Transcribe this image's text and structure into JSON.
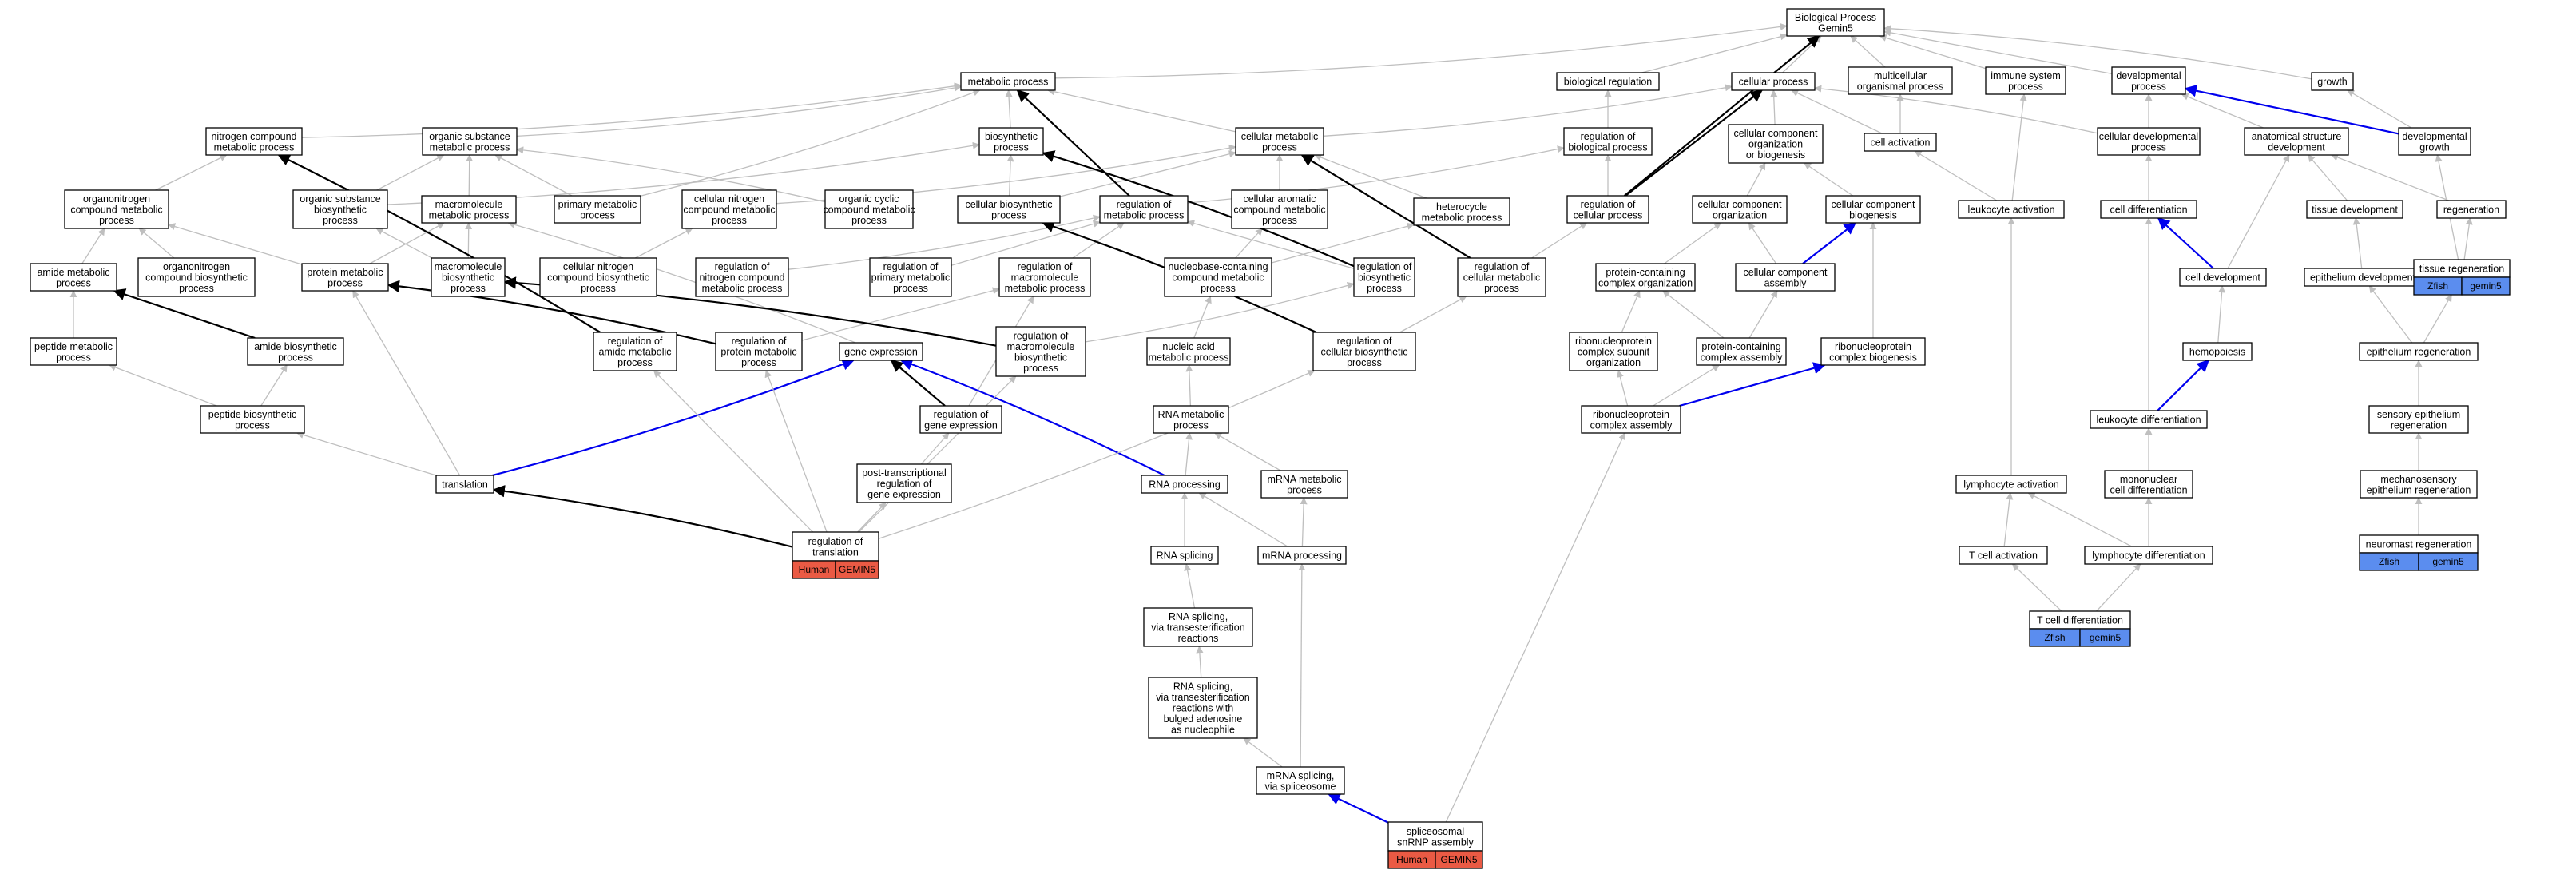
{
  "colors": {
    "node_border": "#000000",
    "edge_gray": "#bfbfbf",
    "edge_black": "#000000",
    "edge_blue": "#0000ee",
    "tag_human": "#ea5a44",
    "tag_zfish": "#5b8def"
  },
  "nodes": {
    "bp": {
      "lines": [
        "Biological Process",
        "Gemin5"
      ]
    },
    "metabolic": {
      "lines": [
        "metabolic process"
      ]
    },
    "bioreg": {
      "lines": [
        "biological regulation"
      ]
    },
    "cellproc": {
      "lines": [
        "cellular process"
      ]
    },
    "multicell": {
      "lines": [
        "multicellular",
        "organismal process"
      ]
    },
    "immune": {
      "lines": [
        "immune system",
        "process"
      ]
    },
    "devproc": {
      "lines": [
        "developmental",
        "process"
      ]
    },
    "growth": {
      "lines": [
        "growth"
      ]
    },
    "ncm": {
      "lines": [
        "nitrogen compound",
        "metabolic process"
      ]
    },
    "osm": {
      "lines": [
        "organic substance",
        "metabolic process"
      ]
    },
    "bios": {
      "lines": [
        "biosynthetic",
        "process"
      ]
    },
    "cmp": {
      "lines": [
        "cellular metabolic",
        "process"
      ]
    },
    "regbio": {
      "lines": [
        "regulation of",
        "biological process"
      ]
    },
    "ccob": {
      "lines": [
        "cellular component",
        "organization",
        "or biogenesis"
      ]
    },
    "cellact": {
      "lines": [
        "cell activation"
      ]
    },
    "celldevproc": {
      "lines": [
        "cellular developmental",
        "process"
      ]
    },
    "anatdev": {
      "lines": [
        "anatomical structure",
        "development"
      ]
    },
    "devgrowth": {
      "lines": [
        "developmental",
        "growth"
      ]
    },
    "oncm": {
      "lines": [
        "organonitrogen",
        "compound metabolic",
        "process"
      ]
    },
    "osbio": {
      "lines": [
        "organic substance",
        "biosynthetic",
        "process"
      ]
    },
    "mmp": {
      "lines": [
        "macromolecule",
        "metabolic process"
      ]
    },
    "pmp": {
      "lines": [
        "primary metabolic",
        "process"
      ]
    },
    "cncm": {
      "lines": [
        "cellular nitrogen",
        "compound metabolic",
        "process"
      ]
    },
    "occm": {
      "lines": [
        "organic cyclic",
        "compound metabolic",
        "process"
      ]
    },
    "cellbio": {
      "lines": [
        "cellular biosynthetic",
        "process"
      ]
    },
    "regmeta": {
      "lines": [
        "regulation of",
        "metabolic process"
      ]
    },
    "cacm": {
      "lines": [
        "cellular aromatic",
        "compound metabolic",
        "process"
      ]
    },
    "hmp": {
      "lines": [
        "heterocycle",
        "metabolic process"
      ]
    },
    "regcell": {
      "lines": [
        "regulation of",
        "cellular process"
      ]
    },
    "cco": {
      "lines": [
        "cellular component",
        "organization"
      ]
    },
    "ccb": {
      "lines": [
        "cellular component",
        "biogenesis"
      ]
    },
    "leukact": {
      "lines": [
        "leukocyte activation"
      ]
    },
    "celldiff": {
      "lines": [
        "cell differentiation"
      ]
    },
    "tissuedev": {
      "lines": [
        "tissue development"
      ]
    },
    "regen": {
      "lines": [
        "regeneration"
      ]
    },
    "amp": {
      "lines": [
        "amide metabolic",
        "process"
      ]
    },
    "oncb": {
      "lines": [
        "organonitrogen",
        "compound biosynthetic",
        "process"
      ]
    },
    "protmp": {
      "lines": [
        "protein metabolic",
        "process"
      ]
    },
    "mbp": {
      "lines": [
        "macromolecule",
        "biosynthetic",
        "process"
      ]
    },
    "cncb": {
      "lines": [
        "cellular nitrogen",
        "compound biosynthetic",
        "process"
      ]
    },
    "regncm": {
      "lines": [
        "regulation of",
        "nitrogen compound",
        "metabolic process"
      ]
    },
    "regpmp": {
      "lines": [
        "regulation of",
        "primary metabolic",
        "process"
      ]
    },
    "regmmp": {
      "lines": [
        "regulation of",
        "macromolecule",
        "metabolic process"
      ]
    },
    "nbccm": {
      "lines": [
        "nucleobase-containing",
        "compound metabolic",
        "process"
      ]
    },
    "regbiosyn": {
      "lines": [
        "regulation of",
        "biosynthetic",
        "process"
      ]
    },
    "regcmp": {
      "lines": [
        "regulation of",
        "cellular metabolic",
        "process"
      ]
    },
    "pco": {
      "lines": [
        "protein-containing",
        "complex organization"
      ]
    },
    "cca": {
      "lines": [
        "cellular component",
        "assembly"
      ]
    },
    "celldev": {
      "lines": [
        "cell development"
      ]
    },
    "epidev": {
      "lines": [
        "epithelium development"
      ]
    },
    "tissregen": {
      "lines": [
        "tissue regeneration"
      ]
    },
    "pepmp": {
      "lines": [
        "peptide metabolic",
        "process"
      ]
    },
    "amidebio": {
      "lines": [
        "amide biosynthetic",
        "process"
      ]
    },
    "regamp": {
      "lines": [
        "regulation of",
        "amide metabolic",
        "process"
      ]
    },
    "regprotmp": {
      "lines": [
        "regulation of",
        "protein metabolic",
        "process"
      ]
    },
    "geneexp": {
      "lines": [
        "gene expression"
      ]
    },
    "regmbp": {
      "lines": [
        "regulation of",
        "macromolecule",
        "biosynthetic",
        "process"
      ]
    },
    "nucacid": {
      "lines": [
        "nucleic acid",
        "metabolic process"
      ]
    },
    "regcbp": {
      "lines": [
        "regulation of",
        "cellular biosynthetic",
        "process"
      ]
    },
    "rnpcso": {
      "lines": [
        "ribonucleoprotein",
        "complex subunit",
        "organization"
      ]
    },
    "pca": {
      "lines": [
        "protein-containing",
        "complex assembly"
      ]
    },
    "rnpcb": {
      "lines": [
        "ribonucleoprotein",
        "complex biogenesis"
      ]
    },
    "hemo": {
      "lines": [
        "hemopoiesis"
      ]
    },
    "epiregen": {
      "lines": [
        "epithelium regeneration"
      ]
    },
    "pepbio": {
      "lines": [
        "peptide biosynthetic",
        "process"
      ]
    },
    "reggene": {
      "lines": [
        "regulation of",
        "gene expression"
      ]
    },
    "rnameta": {
      "lines": [
        "RNA metabolic",
        "process"
      ]
    },
    "rnpca": {
      "lines": [
        "ribonucleoprotein",
        "complex assembly"
      ]
    },
    "leukdiff": {
      "lines": [
        "leukocyte differentiation"
      ]
    },
    "sensepi": {
      "lines": [
        "sensory epithelium",
        "regeneration"
      ]
    },
    "translation": {
      "lines": [
        "translation"
      ]
    },
    "ptreg": {
      "lines": [
        "post-transcriptional",
        "regulation of",
        "gene expression"
      ]
    },
    "rnaproc": {
      "lines": [
        "RNA processing"
      ]
    },
    "mrnameta": {
      "lines": [
        "mRNA metabolic",
        "process"
      ]
    },
    "lymphact": {
      "lines": [
        "lymphocyte activation"
      ]
    },
    "mononuc": {
      "lines": [
        "mononuclear",
        "cell differentiation"
      ]
    },
    "mechano": {
      "lines": [
        "mechanosensory",
        "epithelium regeneration"
      ]
    },
    "regtrans": {
      "lines": [
        "regulation of",
        "translation"
      ]
    },
    "rnasplice": {
      "lines": [
        "RNA splicing"
      ]
    },
    "mrnaproc": {
      "lines": [
        "mRNA processing"
      ]
    },
    "tcellact": {
      "lines": [
        "T cell activation"
      ]
    },
    "lymphdiff": {
      "lines": [
        "lymphocyte differentiation"
      ]
    },
    "neuromast": {
      "lines": [
        "neuromast regeneration"
      ]
    },
    "rnasplicetrans": {
      "lines": [
        "RNA splicing,",
        "via transesterification",
        "reactions"
      ]
    },
    "tcelldiff": {
      "lines": [
        "T cell differentiation"
      ]
    },
    "rnasplicebulged": {
      "lines": [
        "RNA splicing,",
        "via transesterification",
        "reactions with",
        "bulged adenosine",
        "as nucleophile"
      ]
    },
    "mrnasplice": {
      "lines": [
        "mRNA splicing,",
        "via spliceosome"
      ]
    },
    "snrnp": {
      "lines": [
        "spliceosomal",
        "snRNP assembly"
      ]
    }
  },
  "tags": {
    "regtrans": [
      "Human",
      "GEMIN5"
    ],
    "snrnp": [
      "Human",
      "GEMIN5"
    ],
    "tissregen": [
      "Zfish",
      "gemin5"
    ],
    "neuromast": [
      "Zfish",
      "gemin5"
    ],
    "tcelldiff": [
      "Zfish",
      "gemin5"
    ]
  },
  "edges": [
    [
      "metabolic",
      "bp",
      "gray"
    ],
    [
      "bioreg",
      "bp",
      "gray"
    ],
    [
      "cellproc",
      "bp",
      "gray"
    ],
    [
      "multicell",
      "bp",
      "gray"
    ],
    [
      "immune",
      "bp",
      "gray"
    ],
    [
      "devproc",
      "bp",
      "gray"
    ],
    [
      "growth",
      "bp",
      "gray"
    ],
    [
      "ncm",
      "metabolic",
      "gray"
    ],
    [
      "osm",
      "metabolic",
      "gray"
    ],
    [
      "bios",
      "metabolic",
      "gray"
    ],
    [
      "cmp",
      "metabolic",
      "gray"
    ],
    [
      "regbio",
      "bioreg",
      "gray"
    ],
    [
      "cmp",
      "cellproc",
      "gray"
    ],
    [
      "ccob",
      "cellproc",
      "gray"
    ],
    [
      "cellact",
      "cellproc",
      "gray"
    ],
    [
      "celldevproc",
      "cellproc",
      "gray"
    ],
    [
      "cellact",
      "multicell",
      "gray"
    ],
    [
      "celldevproc",
      "devproc",
      "gray"
    ],
    [
      "anatdev",
      "devproc",
      "gray"
    ],
    [
      "devgrowth",
      "devproc",
      "blue"
    ],
    [
      "devgrowth",
      "growth",
      "gray"
    ],
    [
      "regcell",
      "bp",
      "black"
    ],
    [
      "regcell",
      "cellproc",
      "black"
    ],
    [
      "oncm",
      "ncm",
      "gray"
    ],
    [
      "osbio",
      "osm",
      "gray"
    ],
    [
      "osbio",
      "bios",
      "gray"
    ],
    [
      "mmp",
      "osm",
      "gray"
    ],
    [
      "pmp",
      "osm",
      "gray"
    ],
    [
      "pmp",
      "metabolic",
      "gray"
    ],
    [
      "cncm",
      "cmp",
      "gray"
    ],
    [
      "occm",
      "osm",
      "gray"
    ],
    [
      "cellbio",
      "bios",
      "gray"
    ],
    [
      "cellbio",
      "cmp",
      "gray"
    ],
    [
      "regmeta",
      "metabolic",
      "black"
    ],
    [
      "regmeta",
      "regbio",
      "gray"
    ],
    [
      "cacm",
      "cmp",
      "gray"
    ],
    [
      "hmp",
      "cmp",
      "gray"
    ],
    [
      "regcell",
      "regbio",
      "gray"
    ],
    [
      "cco",
      "ccob",
      "gray"
    ],
    [
      "ccb",
      "ccob",
      "gray"
    ],
    [
      "leukact",
      "cellact",
      "gray"
    ],
    [
      "leukact",
      "immune",
      "gray"
    ],
    [
      "celldiff",
      "celldevproc",
      "gray"
    ],
    [
      "tissuedev",
      "anatdev",
      "gray"
    ],
    [
      "regen",
      "anatdev",
      "gray"
    ],
    [
      "amp",
      "oncm",
      "gray"
    ],
    [
      "oncb",
      "oncm",
      "gray"
    ],
    [
      "protmp",
      "oncm",
      "gray"
    ],
    [
      "protmp",
      "mmp",
      "gray"
    ],
    [
      "mbp",
      "mmp",
      "gray"
    ],
    [
      "mbp",
      "osbio",
      "gray"
    ],
    [
      "cncb",
      "cncm",
      "gray"
    ],
    [
      "regncm",
      "regmeta",
      "gray"
    ],
    [
      "regpmp",
      "regmeta",
      "gray"
    ],
    [
      "regmmp",
      "regmeta",
      "gray"
    ],
    [
      "nbccm",
      "cacm",
      "gray"
    ],
    [
      "nbccm",
      "hmp",
      "gray"
    ],
    [
      "regbiosyn",
      "bios",
      "black"
    ],
    [
      "regbiosyn",
      "regmeta",
      "gray"
    ],
    [
      "regcmp",
      "cmp",
      "black"
    ],
    [
      "regcmp",
      "regcell",
      "gray"
    ],
    [
      "pco",
      "cco",
      "gray"
    ],
    [
      "cca",
      "cco",
      "gray"
    ],
    [
      "cca",
      "ccb",
      "blue"
    ],
    [
      "celldev",
      "celldiff",
      "blue"
    ],
    [
      "celldev",
      "anatdev",
      "gray"
    ],
    [
      "epidev",
      "tissuedev",
      "gray"
    ],
    [
      "tissregen",
      "regen",
      "gray"
    ],
    [
      "tissregen",
      "devgrowth",
      "gray"
    ],
    [
      "pepmp",
      "amp",
      "gray"
    ],
    [
      "amidebio",
      "amp",
      "black"
    ],
    [
      "regamp",
      "ncm",
      "black"
    ],
    [
      "regprotmp",
      "protmp",
      "black"
    ],
    [
      "regprotmp",
      "regmmp",
      "gray"
    ],
    [
      "geneexp",
      "mmp",
      "gray"
    ],
    [
      "regmbp",
      "mbp",
      "black"
    ],
    [
      "regmbp",
      "regbiosyn",
      "gray"
    ],
    [
      "nucacid",
      "nbccm",
      "gray"
    ],
    [
      "regcbp",
      "cellbio",
      "black"
    ],
    [
      "regcbp",
      "regcmp",
      "gray"
    ],
    [
      "rnpcso",
      "pco",
      "gray"
    ],
    [
      "pca",
      "pco",
      "gray"
    ],
    [
      "pca",
      "cca",
      "gray"
    ],
    [
      "rnpcb",
      "ccb",
      "gray"
    ],
    [
      "hemo",
      "celldev",
      "gray"
    ],
    [
      "epiregen",
      "epidev",
      "gray"
    ],
    [
      "epiregen",
      "tissregen",
      "gray"
    ],
    [
      "pepbio",
      "pepmp",
      "gray"
    ],
    [
      "pepbio",
      "amidebio",
      "gray"
    ],
    [
      "reggene",
      "geneexp",
      "black"
    ],
    [
      "reggene",
      "regmmp",
      "gray"
    ],
    [
      "rnameta",
      "nucacid",
      "gray"
    ],
    [
      "rnpca",
      "rnpcso",
      "gray"
    ],
    [
      "rnpca",
      "pca",
      "gray"
    ],
    [
      "rnpca",
      "rnpcb",
      "blue"
    ],
    [
      "leukdiff",
      "hemo",
      "blue"
    ],
    [
      "leukdiff",
      "celldiff",
      "gray"
    ],
    [
      "sensepi",
      "epiregen",
      "gray"
    ],
    [
      "translation",
      "pepbio",
      "gray"
    ],
    [
      "translation",
      "geneexp",
      "blue"
    ],
    [
      "translation",
      "protmp",
      "gray"
    ],
    [
      "ptreg",
      "reggene",
      "gray"
    ],
    [
      "rnaproc",
      "rnameta",
      "gray"
    ],
    [
      "rnaproc",
      "geneexp",
      "blue"
    ],
    [
      "mrnameta",
      "rnameta",
      "gray"
    ],
    [
      "lymphact",
      "leukact",
      "gray"
    ],
    [
      "mononuc",
      "leukdiff",
      "gray"
    ],
    [
      "mechano",
      "sensepi",
      "gray"
    ],
    [
      "regtrans",
      "translation",
      "black"
    ],
    [
      "regtrans",
      "regamp",
      "gray"
    ],
    [
      "regtrans",
      "regprotmp",
      "gray"
    ],
    [
      "regtrans",
      "ptreg",
      "gray"
    ],
    [
      "regtrans",
      "regmbp",
      "gray"
    ],
    [
      "regtrans",
      "regcbp",
      "gray"
    ],
    [
      "rnasplice",
      "rnaproc",
      "gray"
    ],
    [
      "mrnaproc",
      "rnaproc",
      "gray"
    ],
    [
      "mrnaproc",
      "mrnameta",
      "gray"
    ],
    [
      "tcellact",
      "lymphact",
      "gray"
    ],
    [
      "lymphdiff",
      "mononuc",
      "gray"
    ],
    [
      "lymphdiff",
      "lymphact",
      "gray"
    ],
    [
      "neuromast",
      "mechano",
      "gray"
    ],
    [
      "rnasplicetrans",
      "rnasplice",
      "gray"
    ],
    [
      "tcelldiff",
      "tcellact",
      "gray"
    ],
    [
      "tcelldiff",
      "lymphdiff",
      "gray"
    ],
    [
      "rnasplicebulged",
      "rnasplicetrans",
      "gray"
    ],
    [
      "mrnasplice",
      "rnasplicebulged",
      "gray"
    ],
    [
      "mrnasplice",
      "mrnaproc",
      "gray"
    ],
    [
      "snrnp",
      "mrnasplice",
      "blue"
    ],
    [
      "snrnp",
      "rnpca",
      "gray"
    ]
  ]
}
